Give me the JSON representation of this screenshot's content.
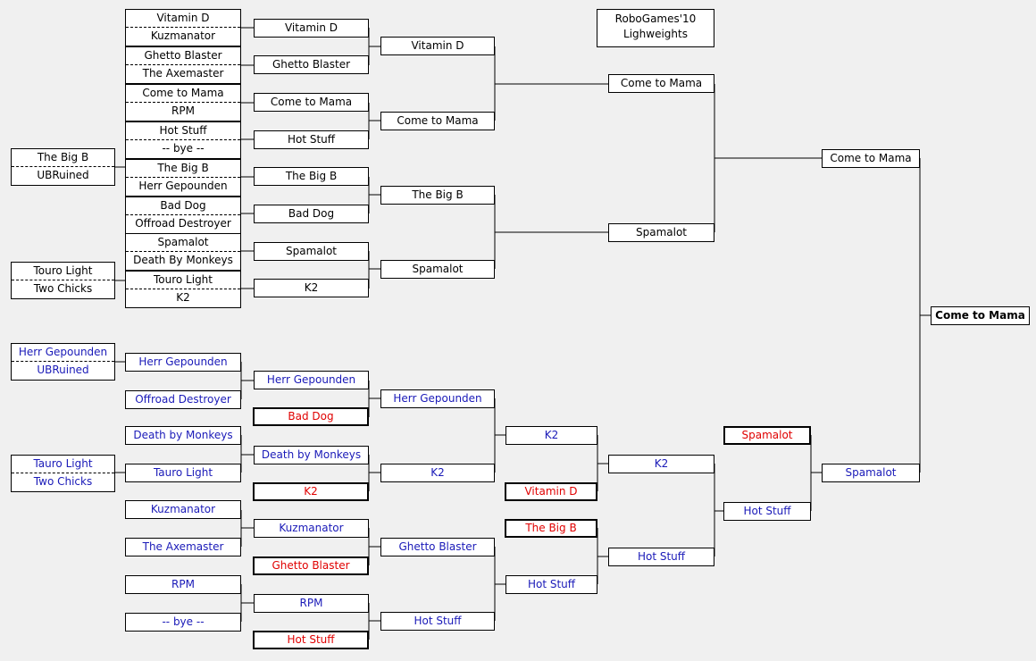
{
  "title": {
    "line1": "RoboGames'10",
    "line2": "Lighweights"
  },
  "colors": {
    "background": "#f0f0f0",
    "winners_text": "#000000",
    "losers_text": "#1a1ab8",
    "eliminated_text": "#e00000"
  },
  "winners_bracket": {
    "prelims": [
      {
        "top": "The Big B",
        "bottom": "UBRuined"
      },
      {
        "top": "Touro Light",
        "bottom": "Two Chicks"
      }
    ],
    "round1": [
      {
        "top": "Vitamin D",
        "bottom": "Kuzmanator"
      },
      {
        "top": "Ghetto Blaster",
        "bottom": "The Axemaster"
      },
      {
        "top": "Come to Mama",
        "bottom": "RPM"
      },
      {
        "top": "Hot Stuff",
        "bottom": "-- bye --"
      },
      {
        "top": "The Big B",
        "bottom": "Herr Gepounden"
      },
      {
        "top": "Bad Dog",
        "bottom": "Offroad Destroyer"
      },
      {
        "top": "Spamalot",
        "bottom": "Death By Monkeys"
      },
      {
        "top": "Touro Light",
        "bottom": "K2"
      }
    ],
    "round2": [
      "Vitamin D",
      "Ghetto Blaster",
      "Come to Mama",
      "Hot Stuff",
      "The Big B",
      "Bad Dog",
      "Spamalot",
      "K2"
    ],
    "round3": [
      "Vitamin D",
      "Come to Mama",
      "The Big B",
      "Spamalot"
    ],
    "round4": [
      "Come to Mama",
      "Spamalot"
    ],
    "final": "Come to Mama"
  },
  "champion": "Come to Mama",
  "losers_bracket": {
    "prelims": [
      {
        "top": "Herr Gepounden",
        "bottom": "UBRuined"
      },
      {
        "top": "Tauro Light",
        "bottom": "Two Chicks"
      }
    ],
    "round1": [
      "Herr Gepounden",
      "Offroad Destroyer",
      "Death by Monkeys",
      "Tauro Light",
      "Kuzmanator",
      "The Axemaster",
      "RPM",
      "-- bye --"
    ],
    "round2": [
      "Herr Gepounden",
      "Death by Monkeys",
      "Kuzmanator",
      "RPM"
    ],
    "round2_drops": [
      "Bad Dog",
      "K2",
      "Ghetto Blaster",
      "Hot Stuff"
    ],
    "round3": [
      "Herr Gepounden",
      "K2",
      "Ghetto Blaster",
      "Hot Stuff"
    ],
    "round4": [
      "K2",
      "Hot Stuff"
    ],
    "round4_drops": [
      "Vitamin D",
      "The Big B"
    ],
    "round5": [
      "K2",
      "Hot Stuff"
    ],
    "round6": "Hot Stuff",
    "round6_drop": "Spamalot",
    "loser_final": "Spamalot"
  }
}
